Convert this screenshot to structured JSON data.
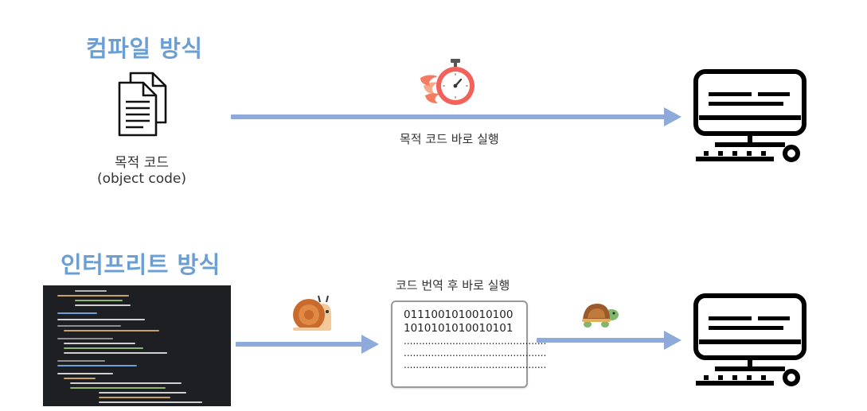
{
  "compile": {
    "heading": "컴파일 방식",
    "object_code_label": "목적 코드",
    "object_code_sub": "(object code)",
    "arrow_caption": "목적 코드 바로 실행"
  },
  "interpreter": {
    "heading": "인터프리트 방식",
    "box_caption": "코드 번역 후 바로 실행",
    "binary_lines": [
      "0111001010010100",
      "1010101010010101"
    ],
    "dot_lines": [
      "...............................................",
      "...............................................",
      "..............................................."
    ]
  },
  "icons": {
    "document": "document-stack-icon",
    "stopwatch": "flaming-stopwatch-icon",
    "computer": "desktop-computer-icon",
    "snail": "snail-icon",
    "turtle": "turtle-icon"
  },
  "colors": {
    "heading": "#6b9fd3",
    "arrow": "#8eaadb",
    "stopwatch": "#f0625a",
    "code_bg": "#1e1f22"
  }
}
